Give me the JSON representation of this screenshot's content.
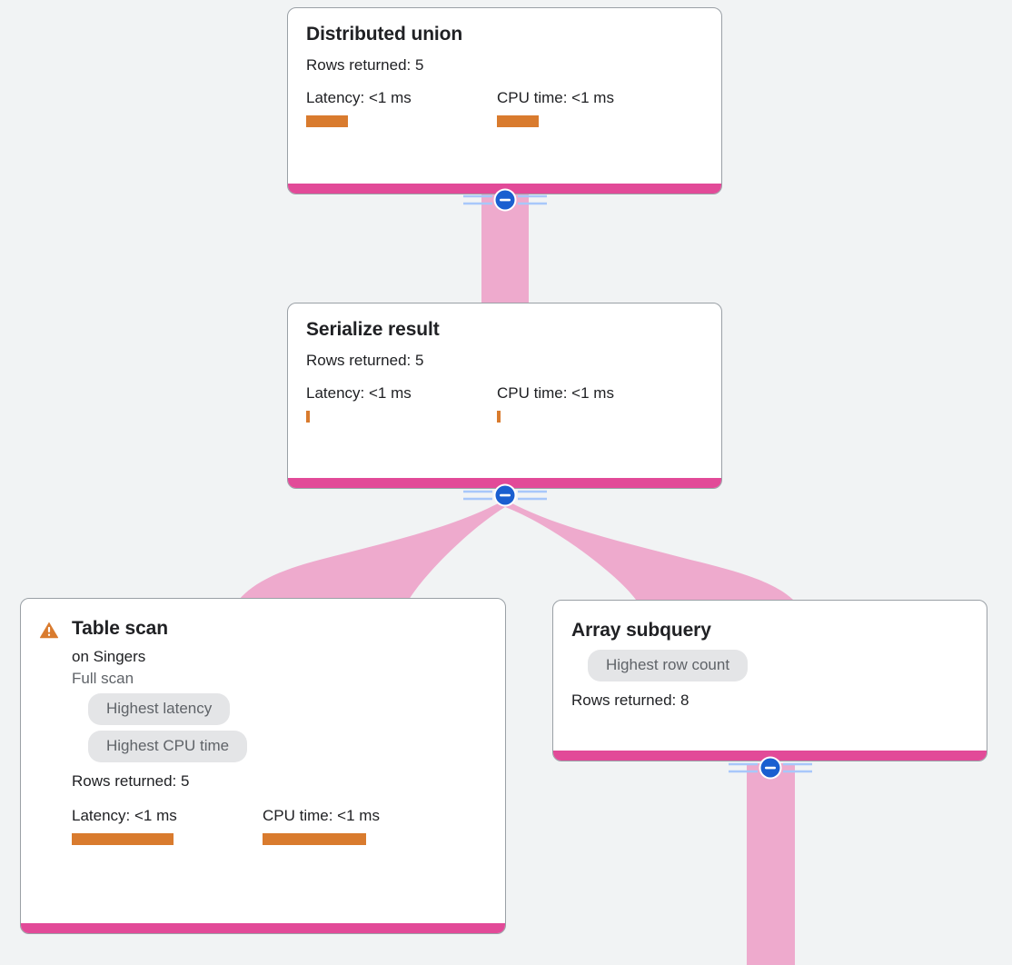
{
  "theme": {
    "background": "#f1f3f4",
    "card_background": "#ffffff",
    "card_border": "#9aa0a6",
    "accent_bar": "#e24a98",
    "edge_ribbon": "#eeaacd",
    "metric_bar": "#d97b2e",
    "badge_background": "#e4e5e7",
    "badge_text": "#5f6368",
    "connector_circle": "#1a73e8",
    "warning_icon": "#d97b2e",
    "text_primary": "#202124",
    "text_secondary": "#5f6368"
  },
  "graph": {
    "type": "query-execution-plan",
    "nodes": [
      {
        "id": "distributed-union",
        "title": "Distributed union",
        "rows_returned": "Rows returned: 5",
        "latency_label": "Latency: <1 ms",
        "cpu_label": "CPU time: <1 ms",
        "latency_bar_width": 46,
        "cpu_bar_width": 46,
        "has_warning": false,
        "badges": []
      },
      {
        "id": "serialize-result",
        "title": "Serialize result",
        "rows_returned": "Rows returned: 5",
        "latency_label": "Latency: <1 ms",
        "cpu_label": "CPU time: <1 ms",
        "latency_bar_width": 4,
        "cpu_bar_width": 4,
        "has_warning": false,
        "badges": []
      },
      {
        "id": "table-scan",
        "title": "Table scan",
        "subtitle": "on Singers",
        "scan_type": "Full scan",
        "rows_returned": "Rows returned: 5",
        "latency_label": "Latency: <1 ms",
        "cpu_label": "CPU time: <1 ms",
        "latency_bar_width": 112,
        "cpu_bar_width": 114,
        "has_warning": true,
        "warning_icon": "warning-triangle-icon",
        "badges": [
          "Highest latency",
          "Highest CPU time"
        ]
      },
      {
        "id": "array-subquery",
        "title": "Array subquery",
        "rows_returned": "Rows returned: 8",
        "has_warning": false,
        "badges": [
          "Highest row count"
        ]
      }
    ],
    "connectors": [
      {
        "id": "connector-distributed-union",
        "icon": "collapse-minus-icon",
        "state": "expanded"
      },
      {
        "id": "connector-serialize-result",
        "icon": "collapse-minus-icon",
        "state": "expanded"
      },
      {
        "id": "connector-array-subquery",
        "icon": "collapse-minus-icon",
        "state": "expanded"
      }
    ],
    "edges": [
      {
        "from": "distributed-union",
        "to": "serialize-result"
      },
      {
        "from": "serialize-result",
        "to": "table-scan"
      },
      {
        "from": "serialize-result",
        "to": "array-subquery"
      },
      {
        "from": "array-subquery",
        "to": "below-viewport"
      }
    ]
  }
}
